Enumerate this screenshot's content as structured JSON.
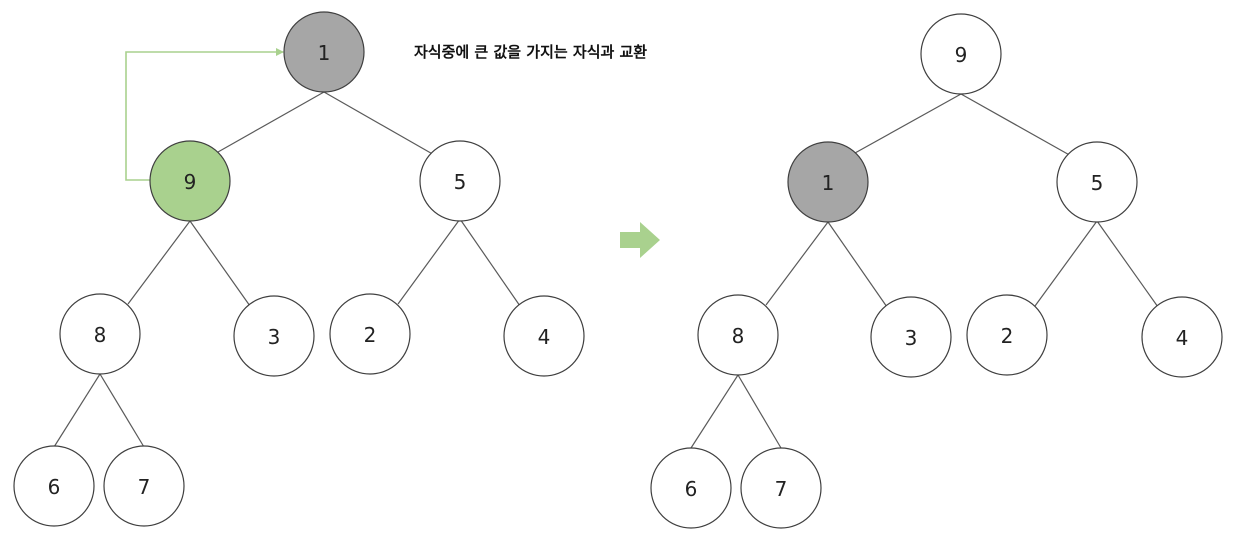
{
  "caption": "자식중에 큰 값을 가지는 자식과 교환",
  "colors": {
    "default_fill": "#ffffff",
    "current_fill": "#a6a6a6",
    "larger_child_fill": "#a9d18e",
    "arrow": "#a9d18e"
  },
  "trees": {
    "before": {
      "root": "1",
      "left": "9",
      "right": "5",
      "left_left": "8",
      "left_right": "3",
      "right_left": "2",
      "right_right": "4",
      "left_left_left": "6",
      "left_left_right": "7"
    },
    "after": {
      "root": "9",
      "left": "1",
      "right": "5",
      "left_left": "8",
      "left_right": "3",
      "right_left": "2",
      "right_right": "4",
      "left_left_left": "6",
      "left_left_right": "7"
    }
  }
}
